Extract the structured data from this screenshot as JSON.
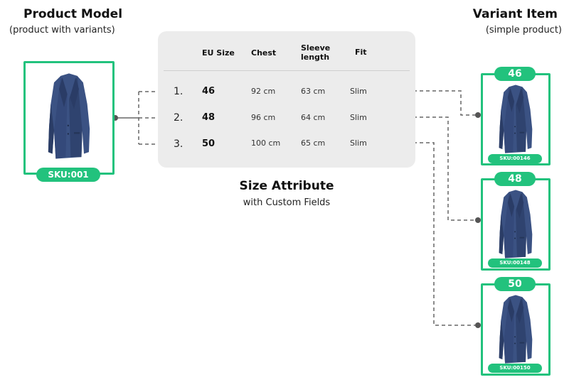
{
  "product_model": {
    "title": "Product Model",
    "subtitle": "(product with variants)",
    "sku": "SKU:001"
  },
  "variant_item": {
    "title": "Variant Item",
    "subtitle": "(simple product)"
  },
  "size_table": {
    "headers": [
      "EU Size",
      "Chest",
      "Sleeve length",
      "Fit"
    ],
    "rows": [
      {
        "index": "1.",
        "eu_size": "46",
        "chest": "92 cm",
        "sleeve": "63 cm",
        "fit": "Slim"
      },
      {
        "index": "2.",
        "eu_size": "48",
        "chest": "96 cm",
        "sleeve": "64 cm",
        "fit": "Slim"
      },
      {
        "index": "3.",
        "eu_size": "50",
        "chest": "100 cm",
        "sleeve": "65 cm",
        "fit": "Slim"
      }
    ]
  },
  "caption": {
    "title": "Size Attribute",
    "subtitle": "with Custom Fields"
  },
  "variants": [
    {
      "size": "46",
      "sku": "SKU:00146"
    },
    {
      "size": "48",
      "sku": "SKU:00148"
    },
    {
      "size": "50",
      "sku": "SKU:00150"
    }
  ],
  "colors": {
    "accent": "#22c27d",
    "jacket": "#3b5283",
    "table_bg": "#ececec",
    "connector": "#555555"
  }
}
